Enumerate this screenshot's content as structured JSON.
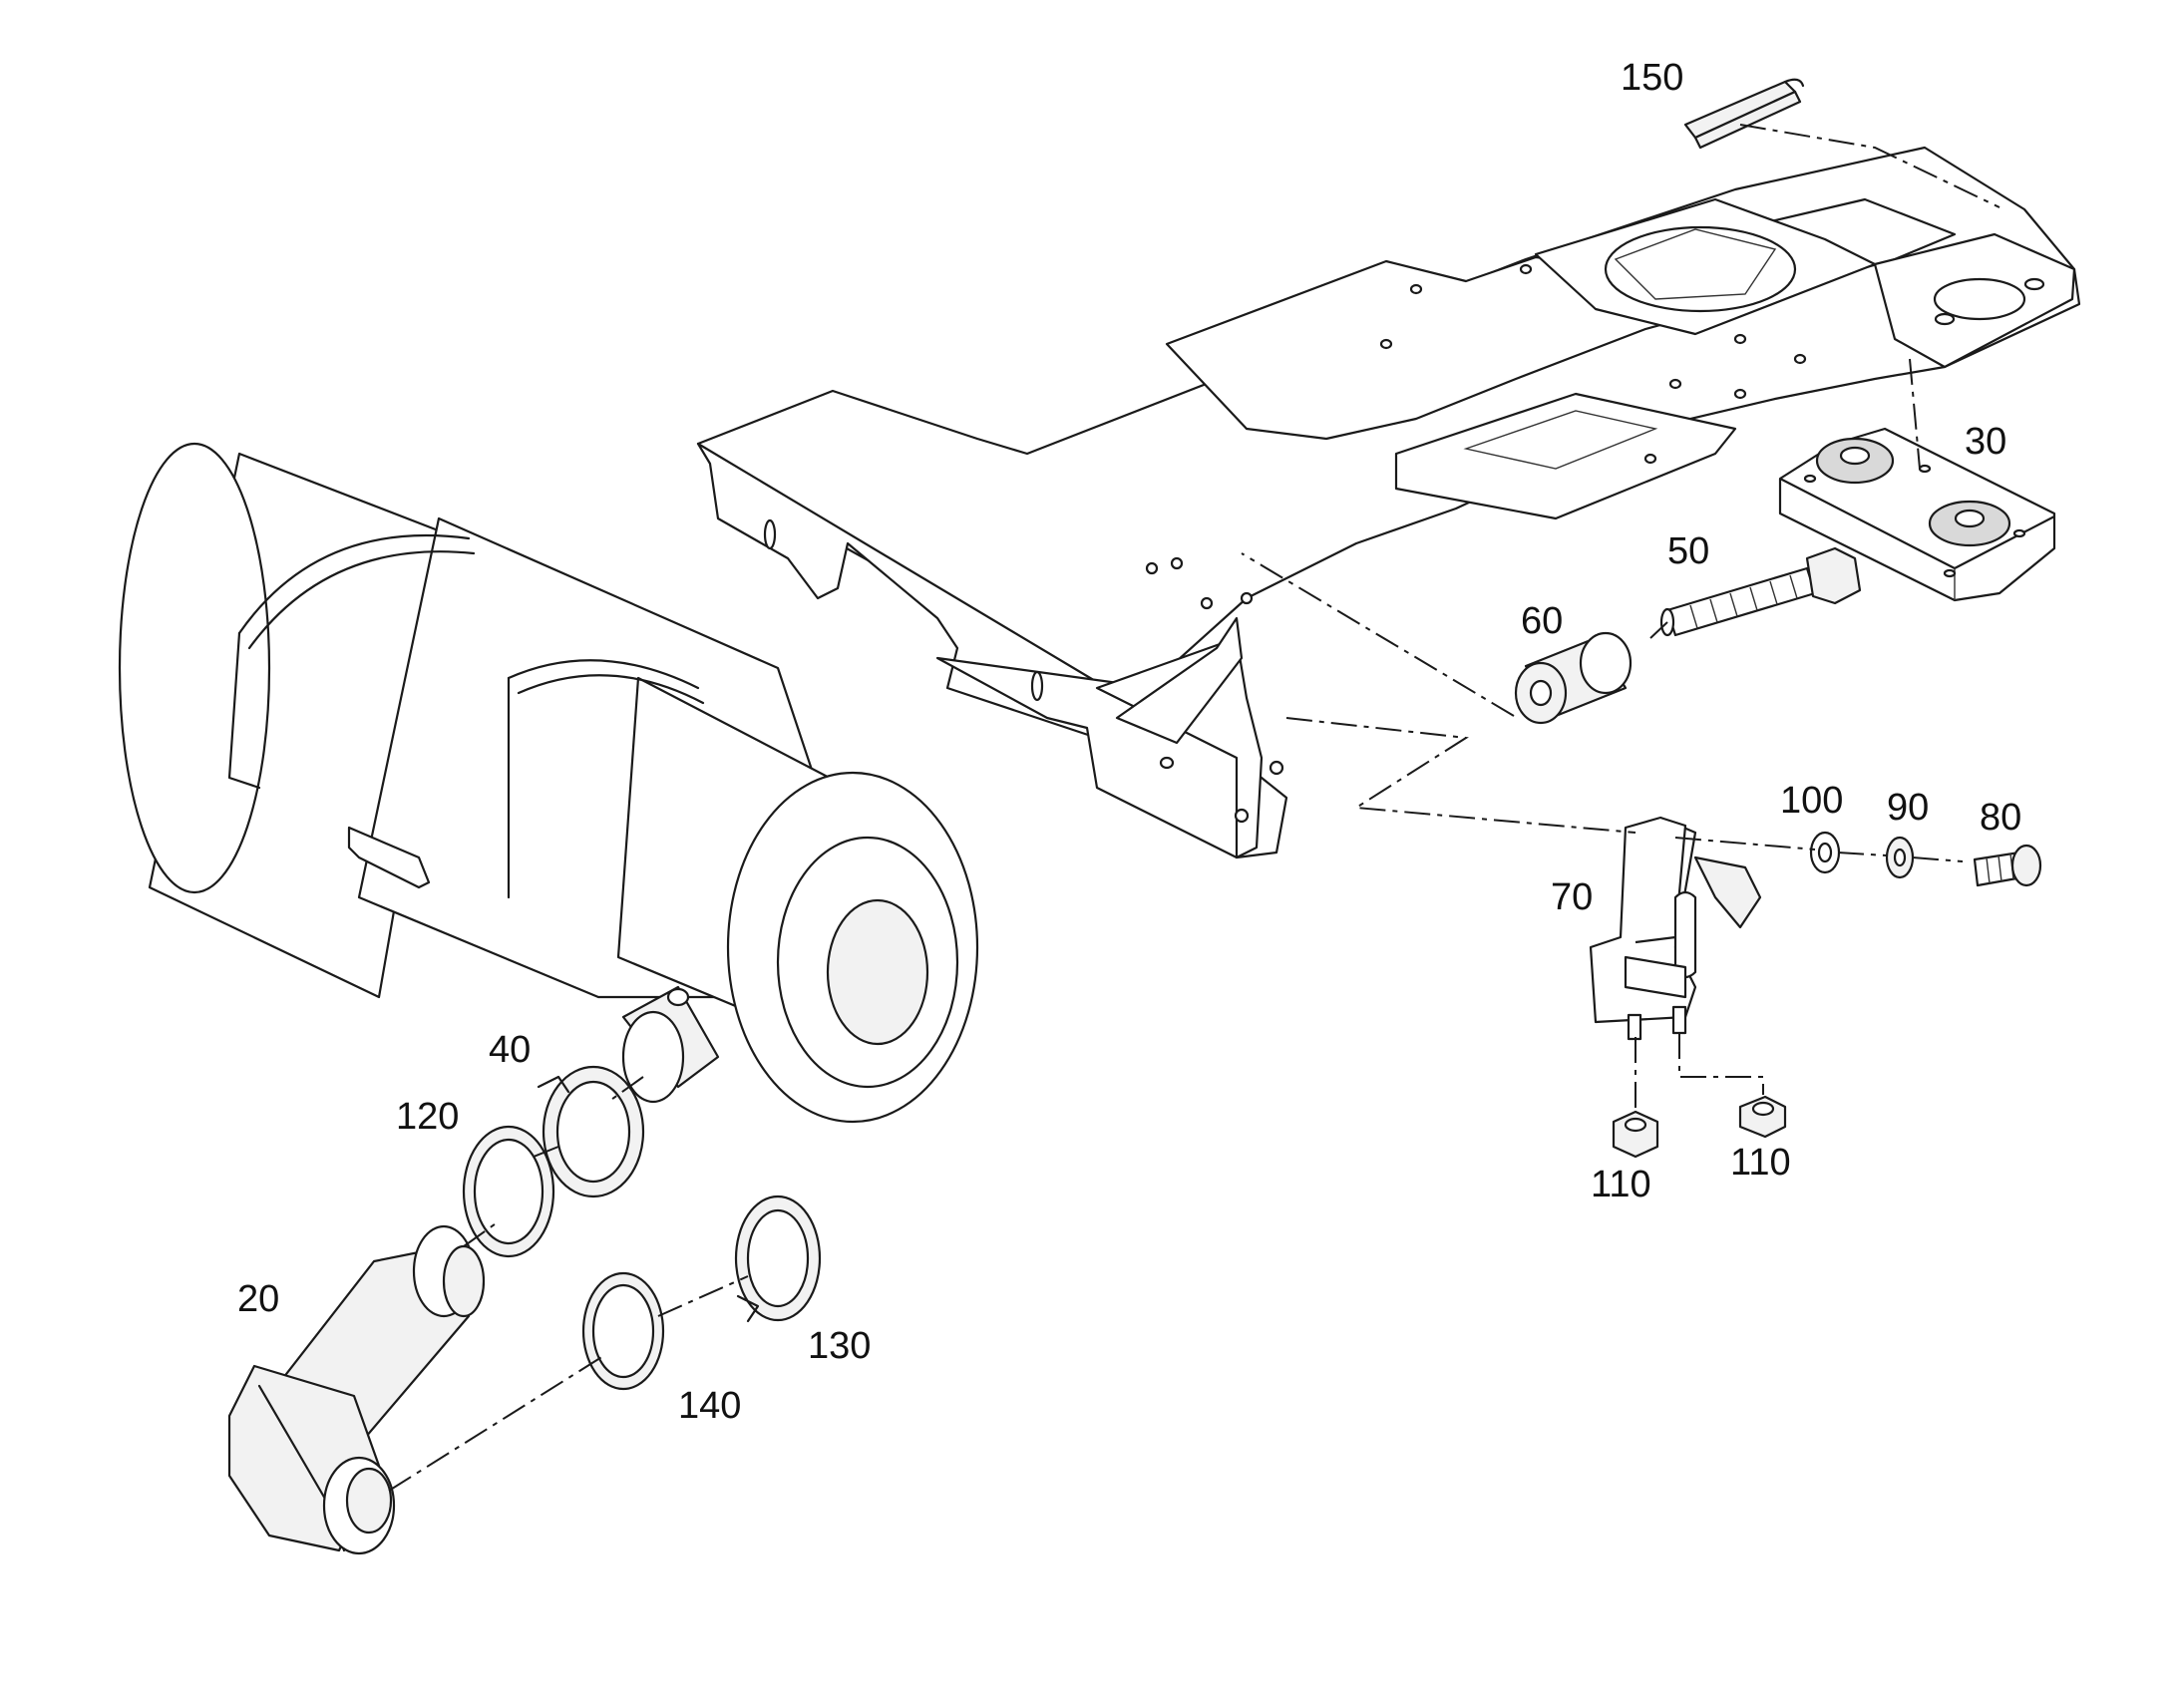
{
  "callouts": {
    "c150": "150",
    "c30": "30",
    "c50": "50",
    "c60": "60",
    "c100": "100",
    "c90": "90",
    "c80": "80",
    "c70": "70",
    "c110a": "110",
    "c110b": "110",
    "c40": "40",
    "c120": "120",
    "c20": "20",
    "c130": "130",
    "c140": "140"
  }
}
